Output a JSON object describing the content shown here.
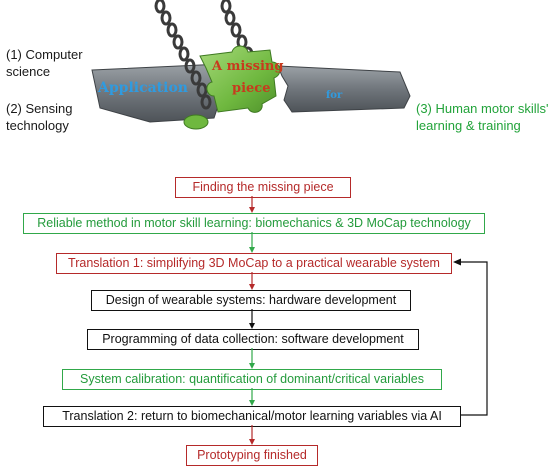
{
  "labels": {
    "computer_science": "(1) Computer\nscience",
    "sensing_technology": "(2) Sensing\ntechnology",
    "human_motor_skills": "(3) Human motor skills'\nlearning & training"
  },
  "illustration": {
    "left_plate_text": "Application",
    "piece_text_1": "A missing",
    "piece_text_2": "piece",
    "right_plate_text": "for"
  },
  "flow": {
    "steps": [
      {
        "text": "Finding the missing piece",
        "color": "red"
      },
      {
        "text": "Reliable method in motor skill learning: biomechanics & 3D MoCap technology",
        "color": "green"
      },
      {
        "text": "Translation 1: simplifying 3D MoCap to a practical wearable system",
        "color": "red"
      },
      {
        "text": "Design of wearable systems: hardware development",
        "color": "black"
      },
      {
        "text": "Programming of data collection: software development",
        "color": "black"
      },
      {
        "text": "System calibration: quantification of dominant/critical variables",
        "color": "green"
      },
      {
        "text": "Translation 2: return to biomechanical/motor learning variables via AI",
        "color": "black"
      },
      {
        "text": "Prototyping finished",
        "color": "red"
      }
    ]
  },
  "colors": {
    "red": "#b52a2a",
    "green": "#31a84a",
    "black": "#111111",
    "puzzle_green": "#7cc04a",
    "plate_gray": "#7d8287",
    "label_blue": "#2f9be0",
    "piece_text_red": "#c83a1e"
  }
}
